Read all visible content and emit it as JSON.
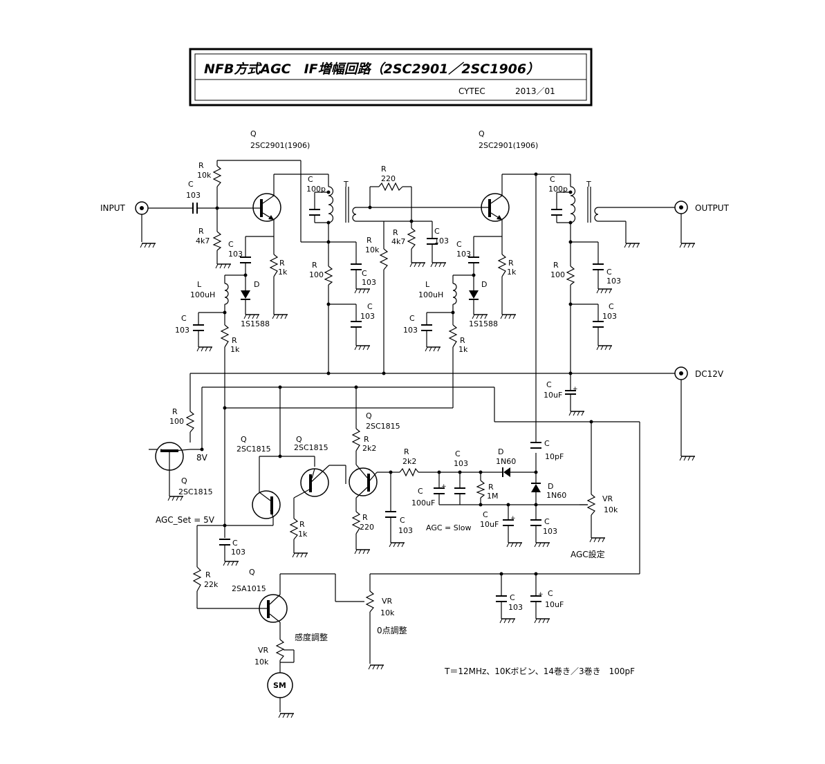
{
  "title": {
    "main": "NFB方式AGC　IF増幅回路（2SC2901／2SC1906）",
    "author": "CYTEC",
    "date": "2013／01"
  },
  "ports": {
    "input": "INPUT",
    "output": "OUTPUT",
    "dc": "DC12V",
    "v8": "8V",
    "agc_set": "AGC_Set = 5V",
    "agc_mode": "AGC = Slow",
    "meter": "SM"
  },
  "transistors": {
    "q1": {
      "ref": "Q",
      "part": "2SC2901(1906)"
    },
    "q2": {
      "ref": "Q",
      "part": "2SC2901(1906)"
    },
    "q3": {
      "ref": "Q",
      "part": "2SC1815"
    },
    "q4": {
      "ref": "Q",
      "part": "2SC1815"
    },
    "q5": {
      "ref": "Q",
      "part": "2SC1815"
    },
    "q6": {
      "ref": "Q",
      "part": "2SC1815"
    },
    "q7": {
      "ref": "Q",
      "part": "2SA1015"
    }
  },
  "transformers": {
    "t1": "T",
    "t2": "T"
  },
  "inductors": {
    "l1": {
      "ref": "L",
      "value": "100uH"
    },
    "l2": {
      "ref": "L",
      "value": "100uH"
    }
  },
  "diodes": {
    "d1": {
      "ref": "D",
      "part": "1S1588"
    },
    "d2": {
      "ref": "D",
      "part": "1S1588"
    },
    "d3": {
      "ref": "D",
      "part": "1N60"
    },
    "d4": {
      "ref": "D",
      "part": "1N60"
    }
  },
  "resistors": {
    "r_in_top": {
      "ref": "R",
      "value": "10k"
    },
    "r_in_bot": {
      "ref": "R",
      "value": "4k7"
    },
    "r_e1": {
      "ref": "R",
      "value": "1k"
    },
    "r_b1": {
      "ref": "R",
      "value": "1k"
    },
    "r_dc1": {
      "ref": "R",
      "value": "100"
    },
    "r_fb": {
      "ref": "R",
      "value": "220"
    },
    "r_mid10k": {
      "ref": "R",
      "value": "10k"
    },
    "r_mid4k7": {
      "ref": "R",
      "value": "4k7"
    },
    "r_e2": {
      "ref": "R",
      "value": "1k"
    },
    "r_b2": {
      "ref": "R",
      "value": "1k"
    },
    "r_dc2": {
      "ref": "R",
      "value": "100"
    },
    "r_8v": {
      "ref": "R",
      "value": "100"
    },
    "r_q4e": {
      "ref": "R",
      "value": "1k"
    },
    "r_q5c": {
      "ref": "R",
      "value": "2k2"
    },
    "r_q5e": {
      "ref": "R",
      "value": "220"
    },
    "r_q5b": {
      "ref": "R",
      "value": "2k2"
    },
    "r_det": {
      "ref": "R",
      "value": "1M"
    },
    "r_meter": {
      "ref": "R",
      "value": "22k"
    }
  },
  "capacitors": {
    "c_in": {
      "ref": "C",
      "value": "103"
    },
    "c_e1": {
      "ref": "C",
      "value": "103"
    },
    "c_l1": {
      "ref": "C",
      "value": "103"
    },
    "c_t1": {
      "ref": "C",
      "value": "100p"
    },
    "c_dc1a": {
      "ref": "C",
      "value": "103"
    },
    "c_dc1b": {
      "ref": "C",
      "value": "103"
    },
    "c_mid": {
      "ref": "C",
      "value": "103"
    },
    "c_e2": {
      "ref": "C",
      "value": "103"
    },
    "c_l2": {
      "ref": "C",
      "value": "103"
    },
    "c_t2": {
      "ref": "C",
      "value": "100p"
    },
    "c_dc2a": {
      "ref": "C",
      "value": "103"
    },
    "c_dc2b": {
      "ref": "C",
      "value": "103"
    },
    "c_bulk": {
      "ref": "C",
      "value": "10uF"
    },
    "c_q3": {
      "ref": "C",
      "value": "103"
    },
    "c_q5b": {
      "ref": "C",
      "value": "103"
    },
    "c_det1": {
      "ref": "C",
      "value": "100uF"
    },
    "c_det2": {
      "ref": "C",
      "value": "103"
    },
    "c_det3": {
      "ref": "C",
      "value": "10uF"
    },
    "c_tap": {
      "ref": "C",
      "value": "10pF"
    },
    "c_det4": {
      "ref": "C",
      "value": "103"
    },
    "c_bot1": {
      "ref": "C",
      "value": "103"
    },
    "c_bot2": {
      "ref": "C",
      "value": "10uF"
    }
  },
  "pots": {
    "vr_agc": {
      "ref": "VR",
      "value": "10k",
      "label": "AGC設定"
    },
    "vr_zero": {
      "ref": "VR",
      "value": "10k",
      "label": "0点調整"
    },
    "vr_sens": {
      "ref": "VR",
      "value": "10k",
      "label": "感度調整"
    }
  },
  "note": "T＝12MHz、10Kボビン、14巻き／3巻き　100pF"
}
